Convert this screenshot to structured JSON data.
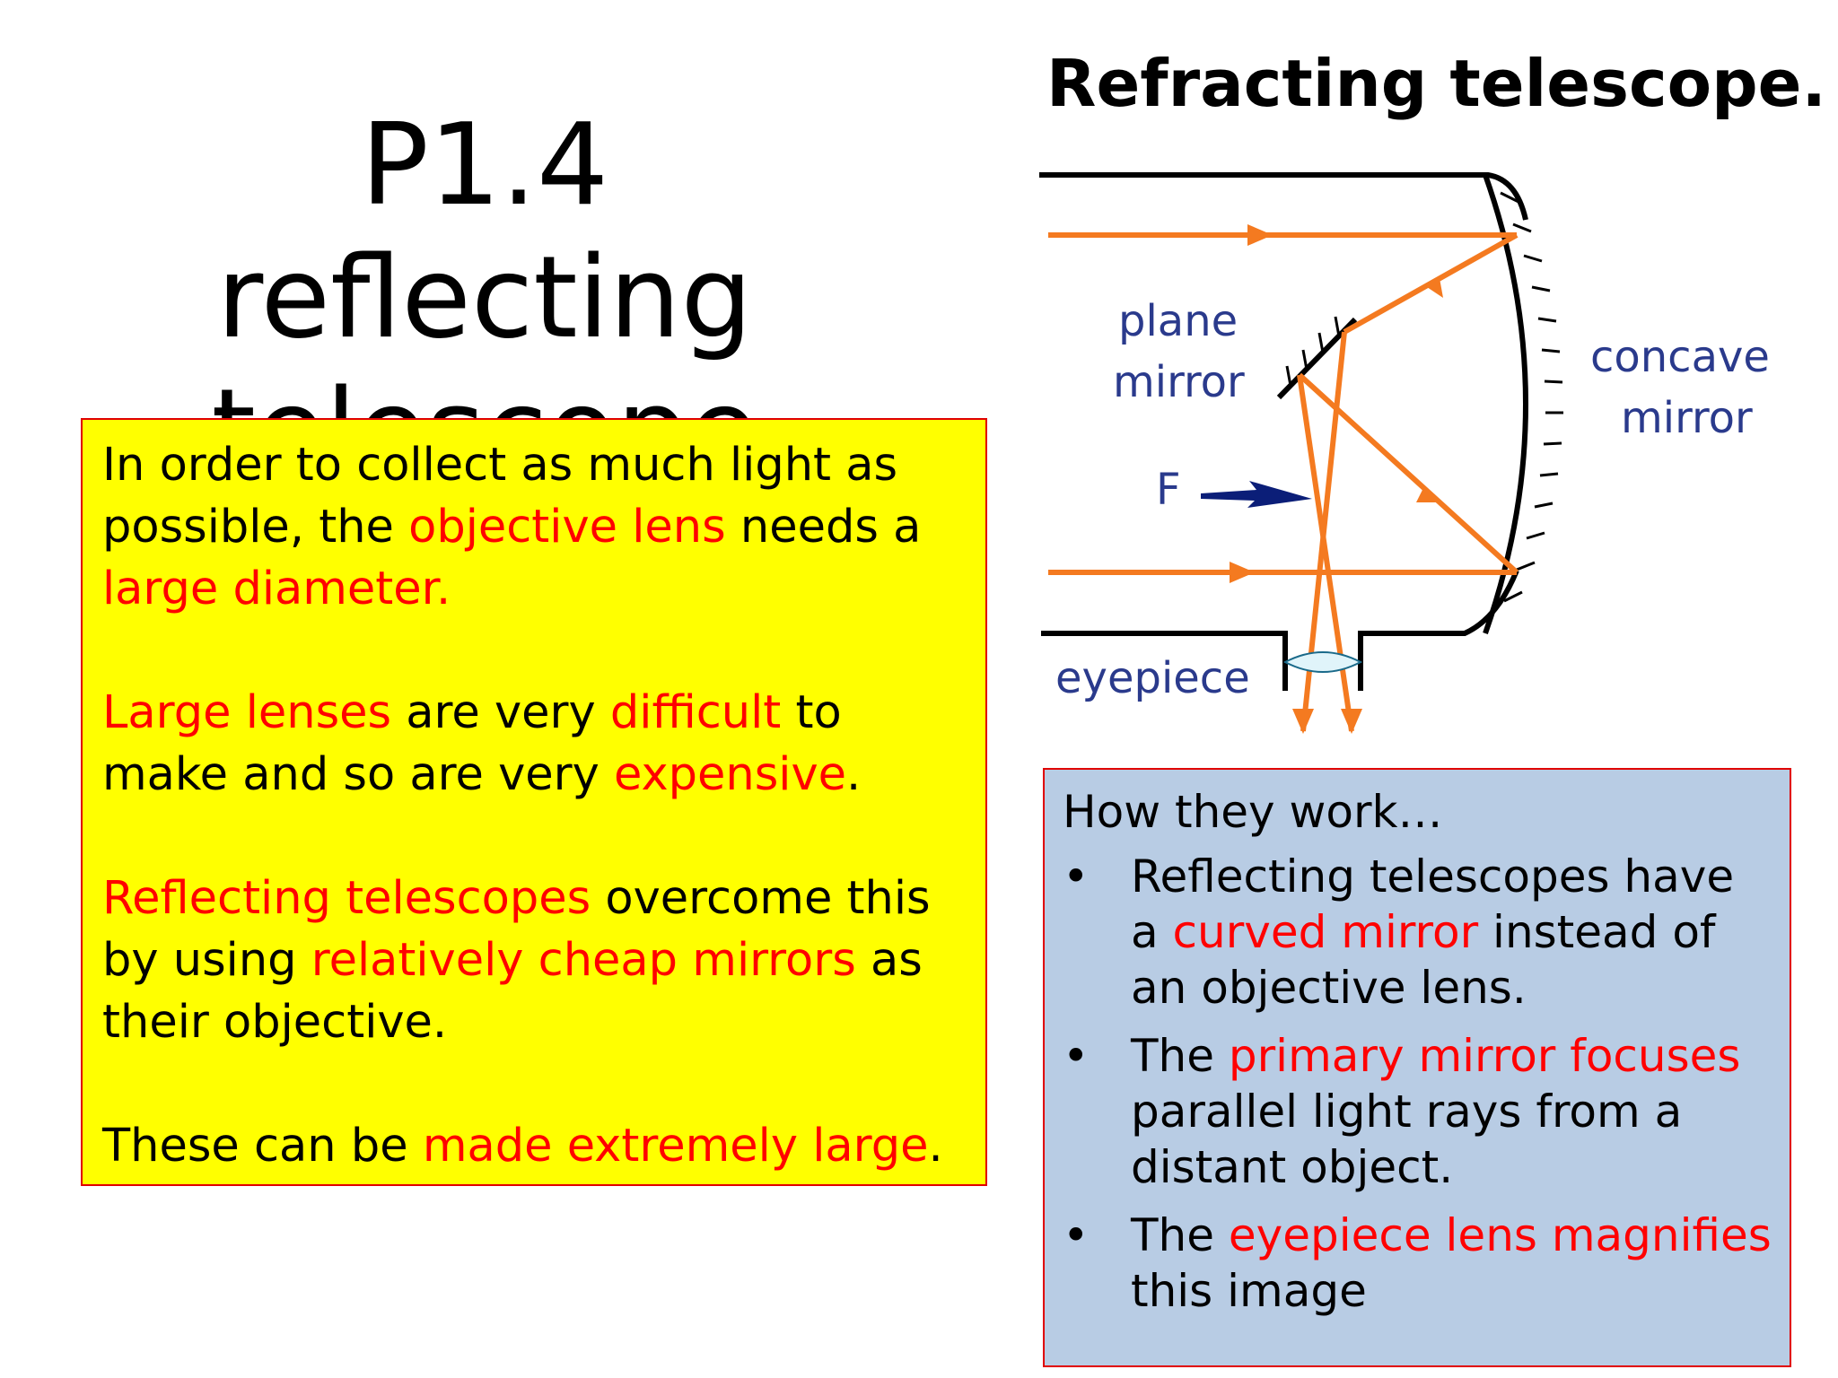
{
  "title": {
    "line1": "P1.4 reflecting",
    "line2": "telescope"
  },
  "diagram": {
    "title": "Refracting telescope.",
    "labels": {
      "plane_mirror_1": "plane",
      "plane_mirror_2": "mirror",
      "concave_mirror_1": "concave",
      "concave_mirror_2": "mirror",
      "focus": "F",
      "eyepiece": "eyepiece"
    },
    "colors": {
      "ray": "#f47a20",
      "label": "#2a3a8c",
      "tube": "#000000",
      "arrow": "#0b1e78"
    }
  },
  "intro_box": {
    "p1": {
      "a": "In order to collect as much light as possible, the ",
      "b": "objective lens",
      "c": " needs a ",
      "d": "large diameter."
    },
    "p2": {
      "a": "Large lenses",
      "b": " are very ",
      "c": "difficult",
      "d": " to make and so are very ",
      "e": "expensive",
      "f": "."
    },
    "p3": {
      "a": "Reflecting telescopes",
      "b": " overcome this by using ",
      "c": "relatively cheap mirrors",
      "d": " as their objective."
    },
    "p4": {
      "a": "These can be ",
      "b": "made extremely large",
      "c": "."
    }
  },
  "how_box": {
    "heading": "How they work…",
    "bullet": "•",
    "items": [
      {
        "a": "Reflecting telescopes have a ",
        "b": "curved mirror",
        "c": " instead of an objective lens."
      },
      {
        "a": "The ",
        "b": "primary mirror focuses",
        "c": " parallel light rays from a distant object."
      },
      {
        "a": "The ",
        "b": "eyepiece lens magnifies",
        "c": " this image"
      }
    ]
  },
  "accent_colors": {
    "highlight_text": "#ff0000",
    "yellow_box": "#ffff00",
    "blue_box": "#b8cce4",
    "box_border": "#e00000"
  }
}
